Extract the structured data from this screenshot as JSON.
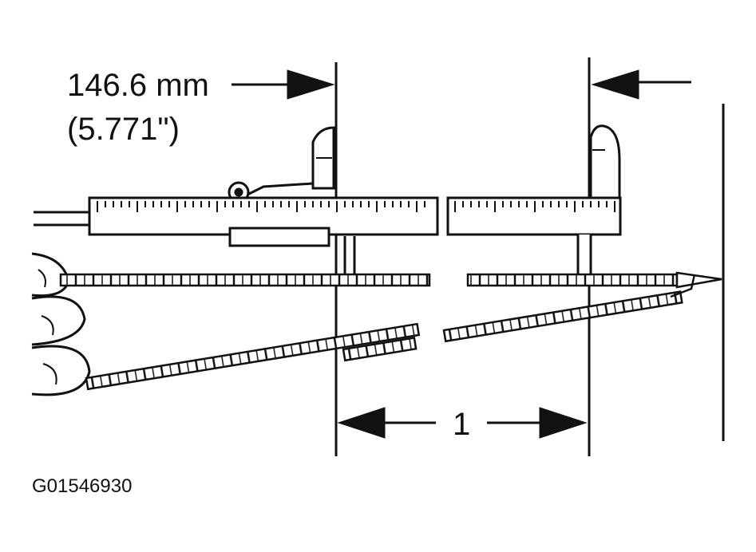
{
  "measurement": {
    "metric": "146.6 mm",
    "imperial": "(5.771\")"
  },
  "callout": "1",
  "figure_id": "G01546930",
  "colors": {
    "ink": "#111111",
    "paper": "#ffffff"
  }
}
